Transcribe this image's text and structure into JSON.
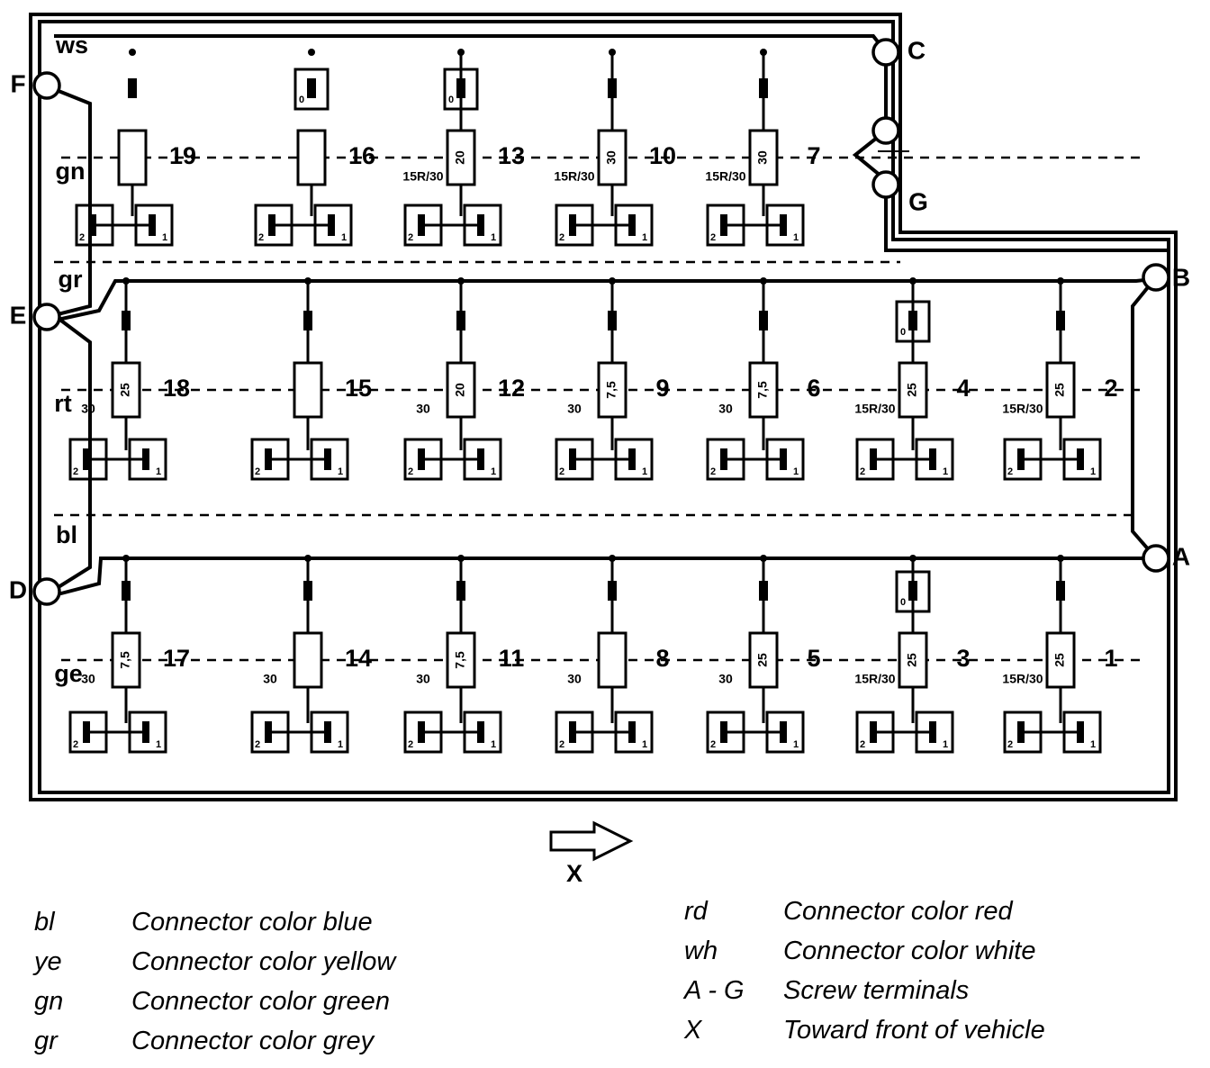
{
  "colors": {
    "ink": "#000000",
    "paper": "#ffffff"
  },
  "terminals": [
    {
      "name": "F",
      "wire": "ws"
    },
    {
      "name": "E",
      "wire": "gr"
    },
    {
      "name": "D",
      "wire": "bl"
    },
    {
      "name": "C"
    },
    {
      "name": "G"
    },
    {
      "name": "B"
    },
    {
      "name": "A"
    }
  ],
  "row_labels": [
    "gn",
    "rt",
    "ge"
  ],
  "top_label": "ws",
  "gr_label": "gr",
  "bl_label": "bl",
  "rows": [
    {
      "fuses": [
        {
          "num": "19",
          "rating": "",
          "sub": "",
          "relay": false
        },
        {
          "num": "16",
          "rating": "",
          "sub": "",
          "relay": true
        },
        {
          "num": "13",
          "rating": "20",
          "sub": "15R/30",
          "relay": true
        },
        {
          "num": "10",
          "rating": "30",
          "sub": "15R/30",
          "relay": false
        },
        {
          "num": "7",
          "rating": "30",
          "sub": "15R/30",
          "relay": false
        }
      ]
    },
    {
      "fuses": [
        {
          "num": "18",
          "rating": "25",
          "sub": "30",
          "relay": false
        },
        {
          "num": "15",
          "rating": "",
          "sub": "",
          "relay": false
        },
        {
          "num": "12",
          "rating": "20",
          "sub": "30",
          "relay": false
        },
        {
          "num": "9",
          "rating": "7,5",
          "sub": "30",
          "relay": false
        },
        {
          "num": "6",
          "rating": "7,5",
          "sub": "30",
          "relay": false
        },
        {
          "num": "4",
          "rating": "25",
          "sub": "15R/30",
          "relay": true
        },
        {
          "num": "2",
          "rating": "25",
          "sub": "15R/30",
          "relay": false
        }
      ]
    },
    {
      "fuses": [
        {
          "num": "17",
          "rating": "7,5",
          "sub": "30",
          "relay": false
        },
        {
          "num": "14",
          "rating": "",
          "sub": "30",
          "relay": false
        },
        {
          "num": "11",
          "rating": "7,5",
          "sub": "30",
          "relay": false
        },
        {
          "num": "8",
          "rating": "",
          "sub": "30",
          "relay": false
        },
        {
          "num": "5",
          "rating": "25",
          "sub": "30",
          "relay": false
        },
        {
          "num": "3",
          "rating": "25",
          "sub": "15R/30",
          "relay": true
        },
        {
          "num": "1",
          "rating": "25",
          "sub": "15R/30",
          "relay": false
        }
      ]
    }
  ],
  "pin_labels": {
    "left": "2",
    "right": "1",
    "relay": "0"
  },
  "arrow_label": "X",
  "legend": {
    "left": [
      {
        "abbr": "bl",
        "desc": "Connector color blue"
      },
      {
        "abbr": "ye",
        "desc": "Connector color yellow"
      },
      {
        "abbr": "gn",
        "desc": "Connector color green"
      },
      {
        "abbr": "gr",
        "desc": "Connector color grey"
      }
    ],
    "right": [
      {
        "abbr": "rd",
        "desc": "Connector color red"
      },
      {
        "abbr": "wh",
        "desc": "Connector color white"
      },
      {
        "abbr": "A - G",
        "desc": "Screw terminals"
      },
      {
        "abbr": "X",
        "desc": "Toward front of vehicle"
      }
    ]
  }
}
